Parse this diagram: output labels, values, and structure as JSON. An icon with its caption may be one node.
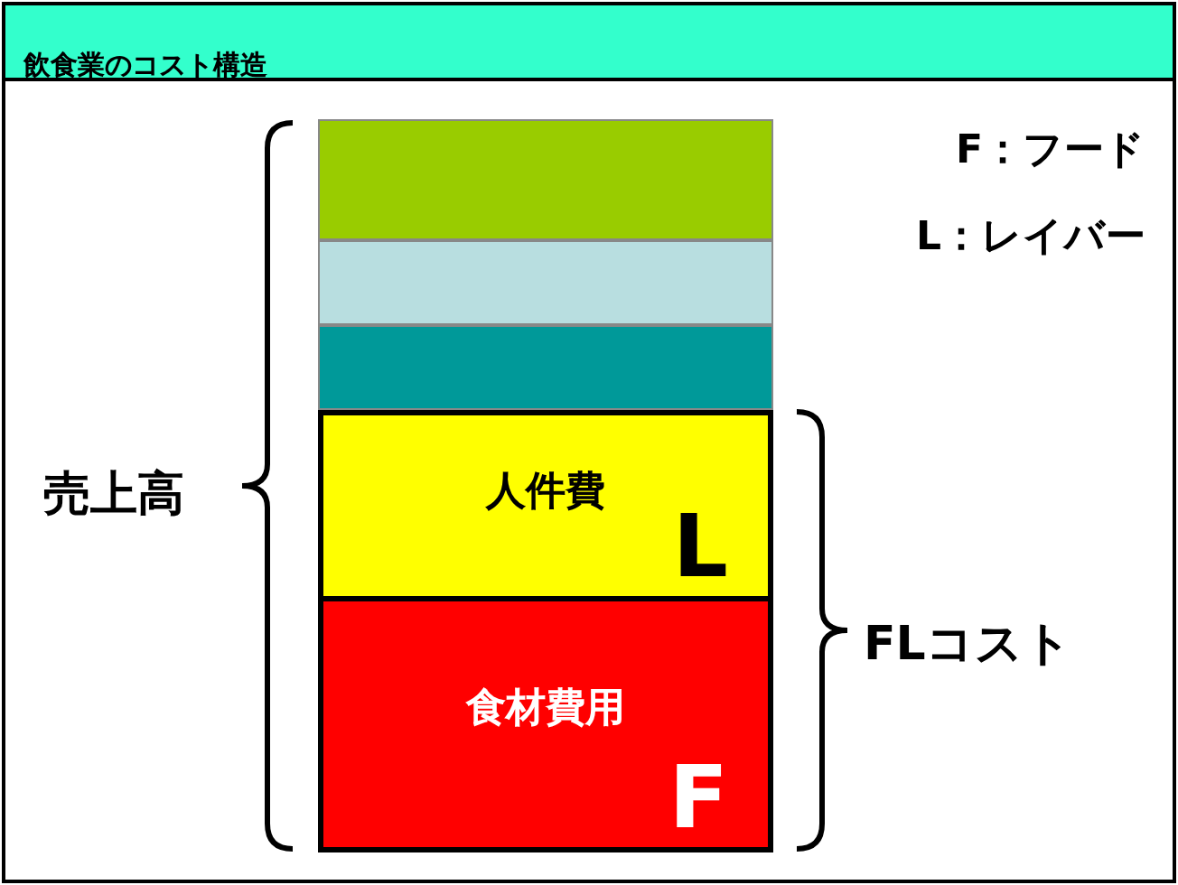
{
  "diagram": {
    "title": "飲食業のコスト構造",
    "nodes": [
      {
        "text": [],
        "shape": "box"
      },
      {
        "text": [],
        "shape": "box"
      },
      {
        "text": [],
        "shape": "box"
      },
      {
        "text": [
          "人件費",
          "L"
        ]
      },
      {
        "text": [
          "食材費用",
          "F"
        ]
      }
    ],
    "labels": [
      "F：フード",
      "L：レイバー",
      "売上高",
      "FLコスト"
    ]
  }
}
